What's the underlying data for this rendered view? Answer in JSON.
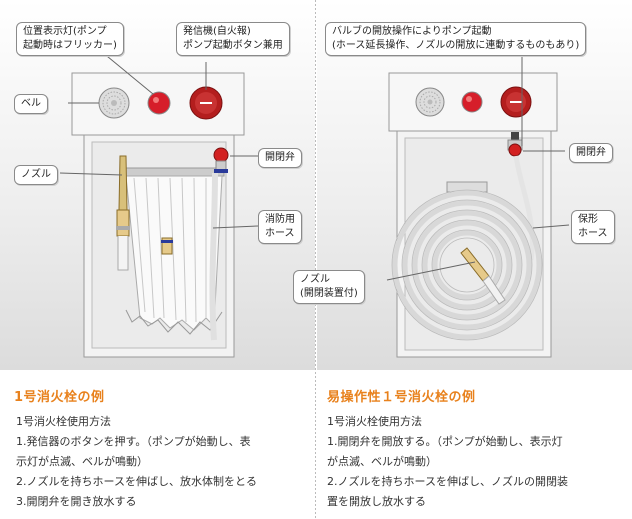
{
  "left": {
    "labels": {
      "indicator_lamp": "位置表示灯(ポンプ",
      "indicator_lamp_2": "起動時はフリッカー)",
      "alarm_transmitter": "発信機(自火報)",
      "alarm_transmitter_2": "ポンプ起動ボタン兼用",
      "bell": "ベル",
      "nozzle": "ノズル",
      "valve": "開閉弁",
      "hose": "消防用",
      "hose_2": "ホース"
    },
    "title": "1号消火栓の例",
    "description": [
      "1号消火栓使用方法",
      "1.発信器のボタンを押す。（ポンプが始動し、表",
      "示灯が点滅、ベルが鳴動）",
      "2.ノズルを持ちホースを伸ばし、放水体制をとる",
      "3.開閉弁を開き放水する"
    ]
  },
  "right": {
    "labels": {
      "top_note": "バルブの開放操作によりポンプ起動",
      "top_note_2": "(ホース延長操作、ノズルの開放に連動するものもあり)",
      "valve": "開閉弁",
      "hose": "保形",
      "hose_2": "ホース",
      "nozzle": "ノズル",
      "nozzle_2": "(開閉装置付)"
    },
    "title": "易操作性１号消火栓の例",
    "description": [
      "1号消火栓使用方法",
      "1.開閉弁を開放する。（ポンプが始動し、表示灯",
      "が点滅、ベルが鳴動）",
      "2.ノズルを持ちホースを伸ばし、ノズルの開閉装",
      "置を開放し放水する"
    ]
  },
  "colors": {
    "accent_orange": "#e8811c",
    "lamp_red": "#d61e2a",
    "button_red": "#b41e1e",
    "valve_red": "#d22020"
  }
}
